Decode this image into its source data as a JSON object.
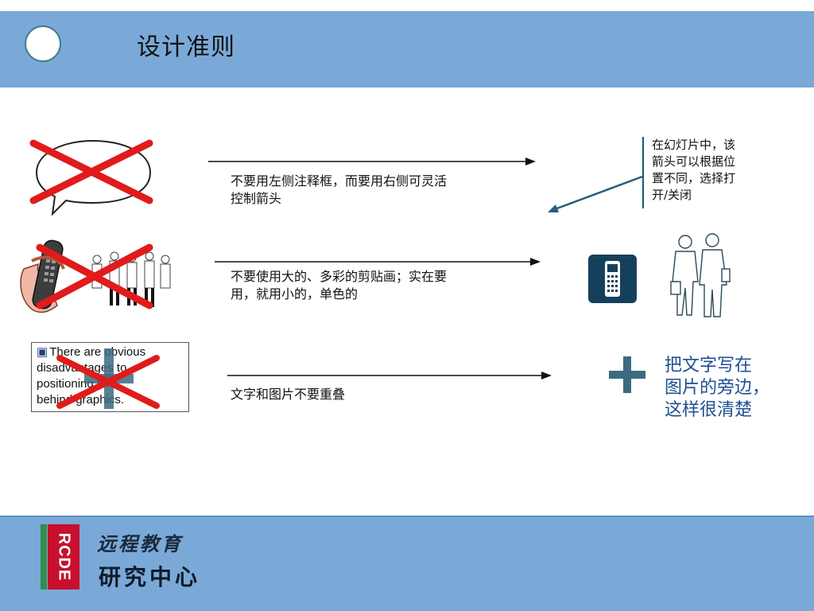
{
  "slide": {
    "title": "设计准则",
    "colors": {
      "header": "#7aa9d8",
      "title": "#111111",
      "accent_blue": "#1f4f91",
      "cross": "#e01b1b"
    }
  },
  "rules": [
    {
      "text_lines": [
        "不要用左侧注释框，而要用右侧可灵活",
        "控制箭头"
      ]
    },
    {
      "text_lines": [
        "不要使用大的、多彩的剪贴画；实在要",
        "用，就用小的，单色的"
      ]
    },
    {
      "text_lines": [
        "文字和图片不要重叠"
      ]
    }
  ],
  "callout_note": {
    "lines": [
      "在幻灯片中，该",
      "箭头可以根据位",
      "置不同，选择打",
      "开/关闭"
    ]
  },
  "example_textbox": {
    "lines": [
      "There are obvious",
      "disadvantages to",
      "positioning text",
      "behind graphics."
    ]
  },
  "tip": {
    "lines": [
      "把文字写在",
      "图片的旁边，",
      "这样很清楚"
    ]
  },
  "footer": {
    "logo_code": "RCDE",
    "logo_line1": "远程教育",
    "logo_line2": "研究中心"
  },
  "icons": [
    "speech-bubble-icon",
    "cross-mark-icon",
    "telephone-clipart-icon",
    "people-clipart-icon",
    "mobile-phone-icon",
    "business-people-icon",
    "plus-icon"
  ]
}
